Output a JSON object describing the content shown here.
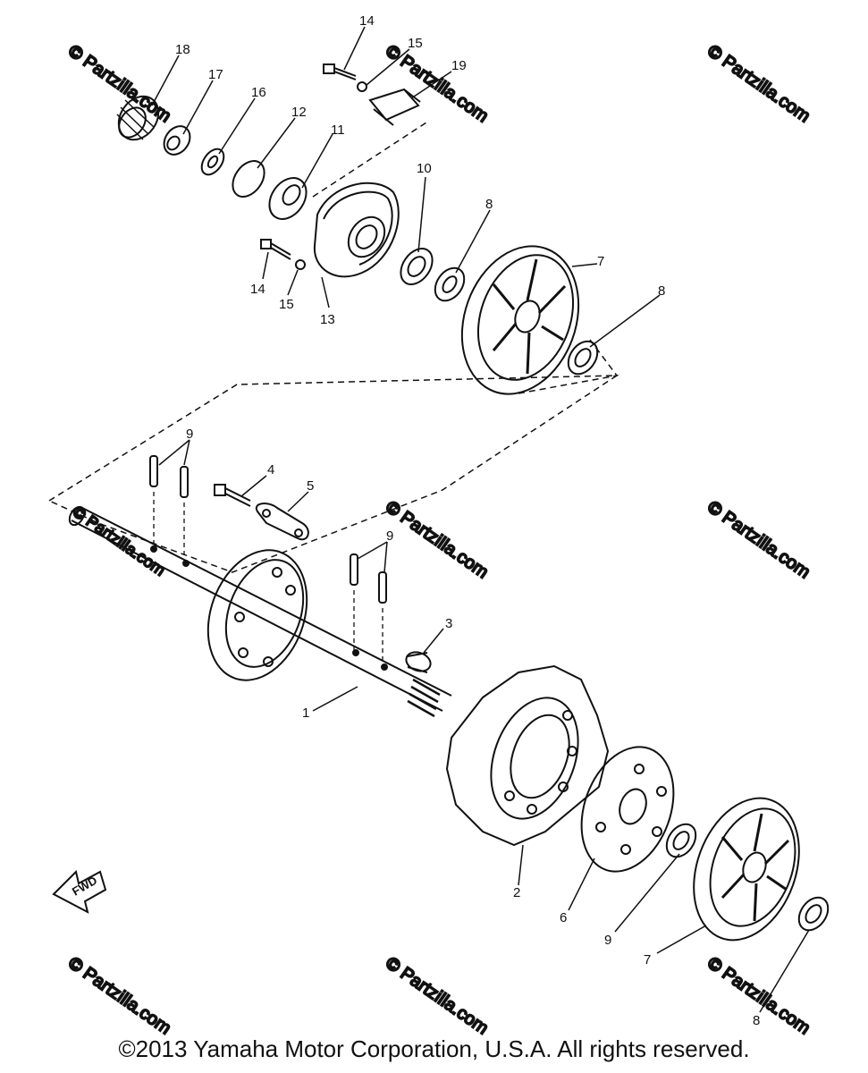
{
  "callouts": [
    {
      "id": "c18",
      "label": "18"
    },
    {
      "id": "c17",
      "label": "17"
    },
    {
      "id": "c16",
      "label": "16"
    },
    {
      "id": "c12",
      "label": "12"
    },
    {
      "id": "c11",
      "label": "11"
    },
    {
      "id": "c14a",
      "label": "14"
    },
    {
      "id": "c15a",
      "label": "15"
    },
    {
      "id": "c19",
      "label": "19"
    },
    {
      "id": "c10",
      "label": "10"
    },
    {
      "id": "c8a",
      "label": "8"
    },
    {
      "id": "c7a",
      "label": "7"
    },
    {
      "id": "c8b",
      "label": "8"
    },
    {
      "id": "c14b",
      "label": "14"
    },
    {
      "id": "c15b",
      "label": "15"
    },
    {
      "id": "c13",
      "label": "13"
    },
    {
      "id": "c9a",
      "label": "9"
    },
    {
      "id": "c4",
      "label": "4"
    },
    {
      "id": "c5",
      "label": "5"
    },
    {
      "id": "c9b",
      "label": "9"
    },
    {
      "id": "c3",
      "label": "3"
    },
    {
      "id": "c1",
      "label": "1"
    },
    {
      "id": "c2",
      "label": "2"
    },
    {
      "id": "c6",
      "label": "6"
    },
    {
      "id": "c9c",
      "label": "9"
    },
    {
      "id": "c7b",
      "label": "7"
    },
    {
      "id": "c8c",
      "label": "8"
    }
  ],
  "fwd_label": "FWD",
  "watermark": "© Partzilla.com",
  "copyright": "©2013 Yamaha Motor Corporation, U.S.A. All rights reserved."
}
